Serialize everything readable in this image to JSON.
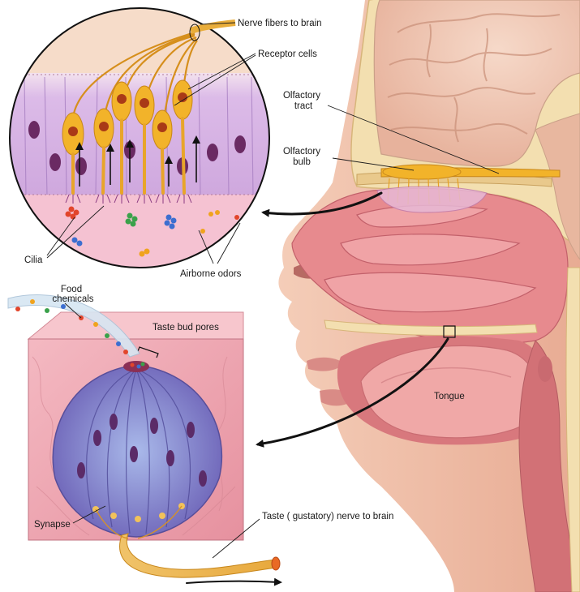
{
  "labels": {
    "nerve_fibers": "Nerve fibers to brain",
    "receptor_cells": "Receptor cells",
    "olfactory_tract_line1": "Olfactory",
    "olfactory_tract_line2": "tract",
    "olfactory_bulb_line1": "Olfactory",
    "olfactory_bulb_line2": "bulb",
    "cilia": "Cilia",
    "airborne_odors": "Airborne odors",
    "food_chemicals_line1": "Food",
    "food_chemicals_line2": "chemicals",
    "taste_bud_pores": "Taste bud pores",
    "tongue": "Tongue",
    "synapse": "Synapse",
    "taste_nerve": "Taste ( gustatory) nerve to brain"
  },
  "colors": {
    "skin": "#f2c3ad",
    "skin_shadow": "#e09e86",
    "brain": "#f1c9b5",
    "nasal_tissue": "#e8868a",
    "bone": "#f3dfb0",
    "olfactory_yellow": "#f2b32a",
    "epithelium_lilac": "#d7b3e4",
    "mucus_pink": "#f2bfcf",
    "taste_cell_purple": "#8a86cf",
    "taste_cell_blue": "#9fb4e6",
    "nucleus": "#6a2a63",
    "arrow": "#111111"
  }
}
